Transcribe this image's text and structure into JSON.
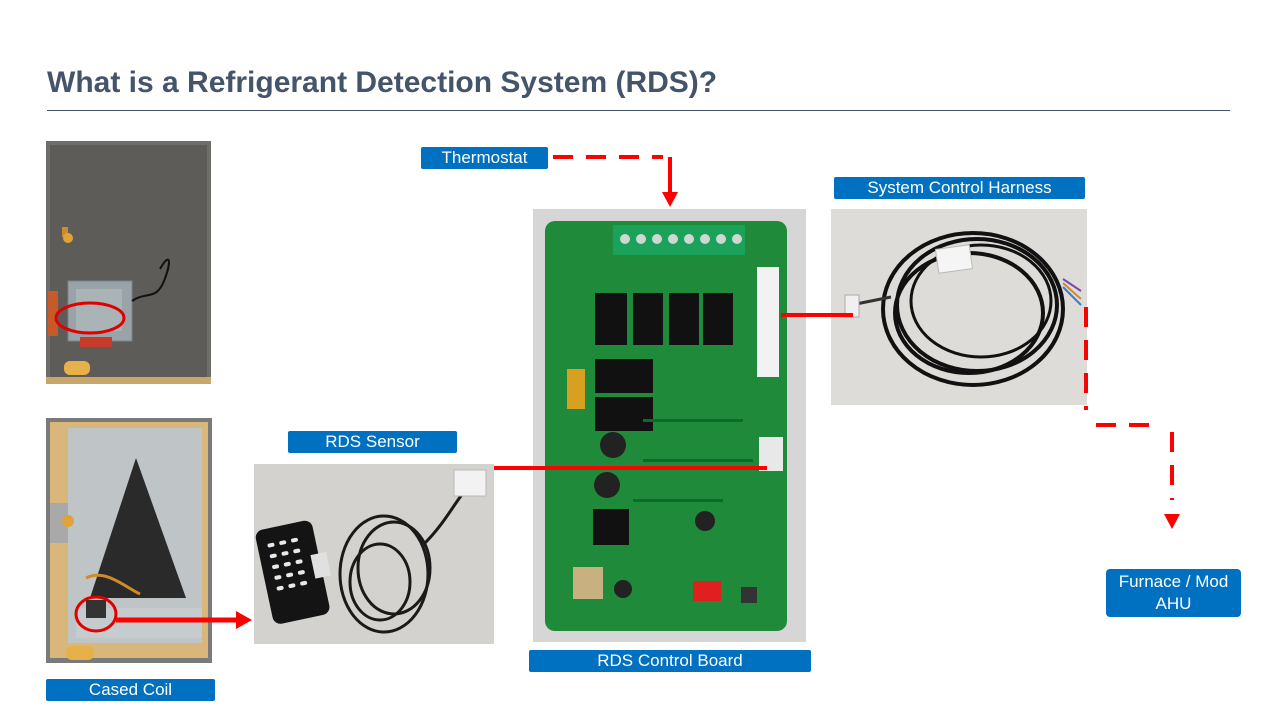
{
  "slide": {
    "title": "What is a Refrigerant Detection System (RDS)?"
  },
  "labels": {
    "thermostat": "Thermostat",
    "system_control_harness": "System Control Harness",
    "rds_sensor": "RDS Sensor",
    "cased_coil": "Cased Coil",
    "rds_control_board": "RDS Control Board",
    "furnace_line1": "Furnace / Mod",
    "furnace_line2": "AHU"
  },
  "colors": {
    "title": "#44546a",
    "label_bg": "#0070c0",
    "connector": "#ff0000"
  }
}
